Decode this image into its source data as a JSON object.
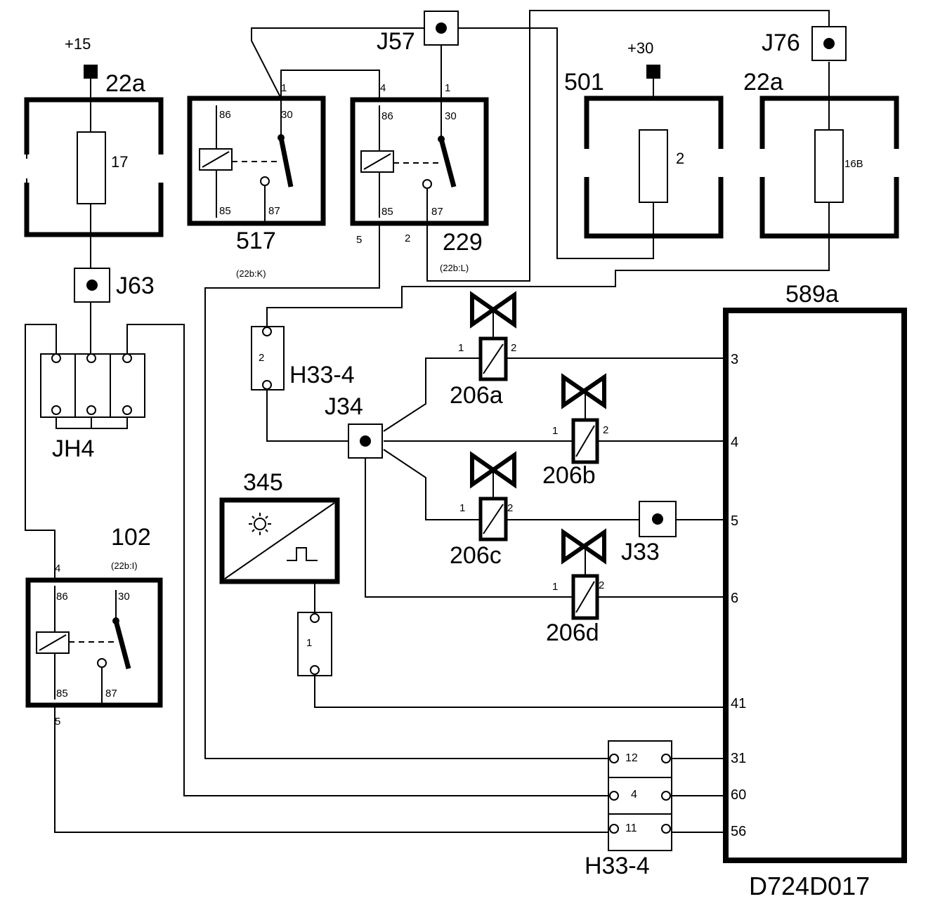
{
  "diagram": {
    "supplies": {
      "plus15": "+15",
      "plus30": "+30"
    },
    "fuses": {
      "f22a_left": {
        "label": "22a",
        "value": "17"
      },
      "f501": {
        "label": "501",
        "value": "2"
      },
      "f22a_right": {
        "label": "22a",
        "value": "16B"
      }
    },
    "relays": {
      "r517": {
        "label": "517",
        "ref": "(22b:K)",
        "pin86": "86",
        "pin30": "30",
        "pin85": "85",
        "pin87": "87",
        "term1": "1"
      },
      "r229": {
        "label": "229",
        "ref": "(22b:L)",
        "pin86": "86",
        "pin30": "30",
        "pin85": "85",
        "pin87": "87",
        "term4": "4",
        "term1": "1",
        "term5": "5",
        "term2": "2"
      },
      "r102": {
        "label": "102",
        "ref": "(22b:I)",
        "pin86": "86",
        "pin30": "30",
        "pin85": "85",
        "pin87": "87",
        "term4": "4",
        "term5": "5"
      }
    },
    "junctions": {
      "j57": "J57",
      "j76": "J76",
      "j63": "J63",
      "j34": "J34",
      "j33": "J33"
    },
    "connectors": {
      "h33_top": {
        "label": "H33-4",
        "pin": "2"
      },
      "h33_bottom": {
        "label": "H33-4",
        "pins": [
          "12",
          "4",
          "11"
        ]
      },
      "jh4": "JH4",
      "conn345": "1"
    },
    "sensor": {
      "label": "345"
    },
    "valves": [
      {
        "label": "206a",
        "pin1": "1",
        "pin2": "2"
      },
      {
        "label": "206b",
        "pin1": "1",
        "pin2": "2"
      },
      {
        "label": "206c",
        "pin1": "1",
        "pin2": "2"
      },
      {
        "label": "206d",
        "pin1": "1",
        "pin2": "2"
      }
    ],
    "ecu": {
      "label": "589a",
      "pins": [
        "3",
        "4",
        "5",
        "6",
        "41",
        "31",
        "60",
        "56"
      ]
    },
    "drawing_code": "D724D017"
  }
}
